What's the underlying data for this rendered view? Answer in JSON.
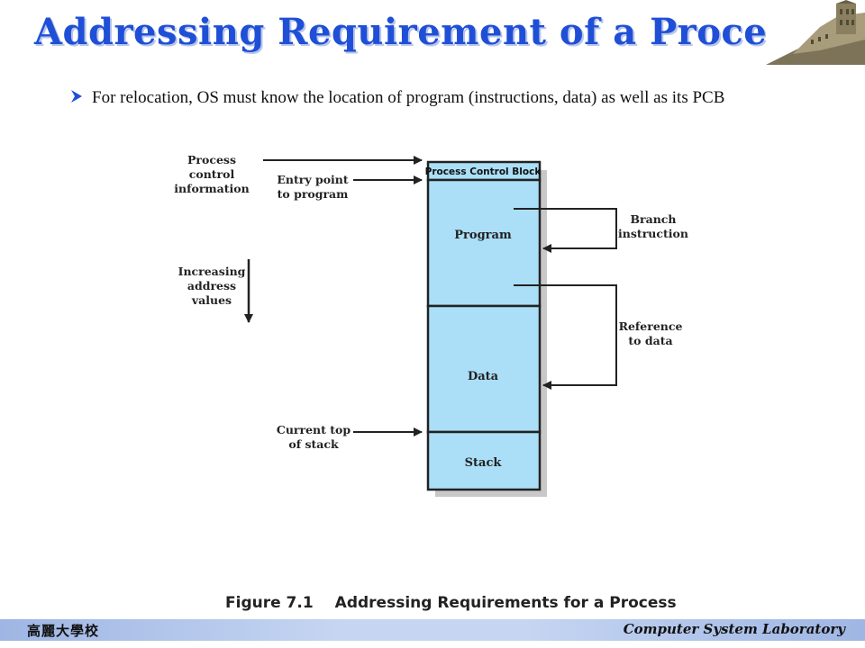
{
  "slide": {
    "title": "Addressing Requirement of a Process",
    "bullet": "For relocation, OS must know the location of program (instructions, data) as well as its PCB"
  },
  "diagram": {
    "left_labels": {
      "pcb_info": [
        "Process control",
        "information"
      ],
      "entry_point": [
        "Entry point",
        "to program"
      ],
      "increasing": [
        "Increasing",
        "address",
        "values"
      ],
      "stack_top": [
        "Current top",
        "of stack"
      ]
    },
    "right_labels": {
      "branch": [
        "Branch",
        "instruction"
      ],
      "reference": [
        "Reference",
        "to data"
      ]
    },
    "segments": {
      "pcb": "Process Control Block",
      "program": "Program",
      "data": "Data",
      "stack": "Stack"
    },
    "colors": {
      "segment_fill": "#abdff7",
      "outline": "#222222",
      "shadow": "#c8c8c8"
    }
  },
  "caption": {
    "number": "Figure 7.1",
    "text": "Addressing Requirements for a Process"
  },
  "footer": {
    "left": "高麗大學校",
    "right": "Computer System Laboratory"
  },
  "colors": {
    "title": "#1f4fd6",
    "footer_bar": "#b4c8ec"
  }
}
